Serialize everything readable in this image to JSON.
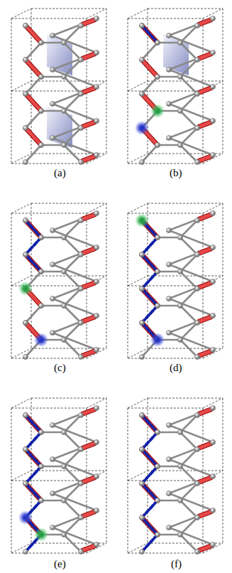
{
  "diagram": {
    "labels": [
      "(a)",
      "(b)",
      "(c)",
      "(d)",
      "(e)",
      "(f)"
    ]
  }
}
